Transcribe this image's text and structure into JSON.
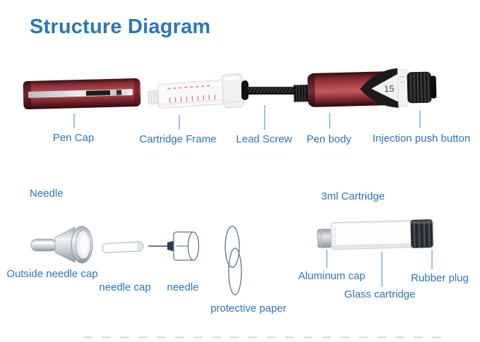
{
  "page": {
    "title": "Structure Diagram"
  },
  "colors": {
    "title_blue": "#2e75b6",
    "label_blue": "#2e75b6",
    "leader_blue": "#9dc3e6",
    "pen_red": "#8c2f36",
    "metal_silver": "#c8ccd2",
    "screw_black": "#1a1a1a",
    "rubber_black": "#26292d"
  },
  "pen": {
    "dose_window_value": "15"
  },
  "top_row": {
    "parts": [
      {
        "label": "Pen Cap"
      },
      {
        "label": "Cartridge Frame"
      },
      {
        "label": "Lead Screw"
      },
      {
        "label": "Pen body"
      },
      {
        "label": "Injection push button"
      }
    ]
  },
  "needle_section": {
    "heading": "Needle",
    "parts": [
      {
        "label": "Outside needle cap"
      },
      {
        "label": "needle cap"
      },
      {
        "label": "needle"
      },
      {
        "label": "protective paper"
      }
    ]
  },
  "cartridge_section": {
    "heading": "3ml Cartridge",
    "parts": [
      {
        "label": "Aluminum cap"
      },
      {
        "label": "Glass cartridge"
      },
      {
        "label": "Rubber plug"
      }
    ]
  }
}
